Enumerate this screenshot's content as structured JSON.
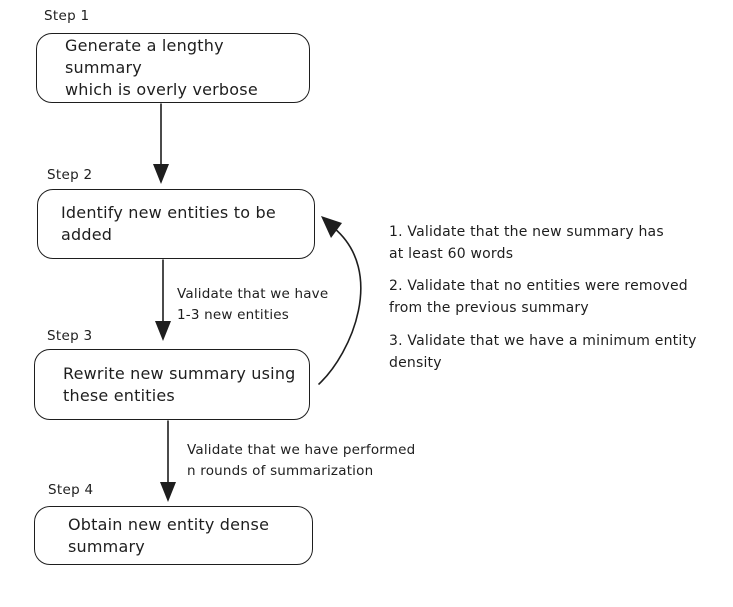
{
  "canvas": {
    "background": "#ffffff",
    "stroke": "#1e1e1e"
  },
  "diagram": {
    "type": "flowchart",
    "steps": [
      {
        "label": "Step 1",
        "text": "Generate a lengthy summary\nwhich is overly verbose"
      },
      {
        "label": "Step 2",
        "text": "Identify new entities to be\nadded"
      },
      {
        "label": "Step 3",
        "text": "Rewrite new summary using\nthese entities"
      },
      {
        "label": "Step 4",
        "text": "Obtain new entity dense\nsummary"
      }
    ],
    "edge_labels": [
      {
        "from": "Step 2",
        "to": "Step 3",
        "text": "Validate that we have\n1-3 new entities"
      },
      {
        "from": "Step 3",
        "to": "Step 4",
        "text": "Validate that we have performed\nn rounds of summarization"
      }
    ],
    "loop_arrow": {
      "from": "Step 3",
      "to": "Step 2"
    },
    "notes": [
      {
        "text": "1. Validate that the new summary has\nat least 60 words"
      },
      {
        "text": "2. Validate that no entities were removed\nfrom the previous summary"
      },
      {
        "text": "3. Validate that we have a minimum entity\ndensity"
      }
    ]
  }
}
